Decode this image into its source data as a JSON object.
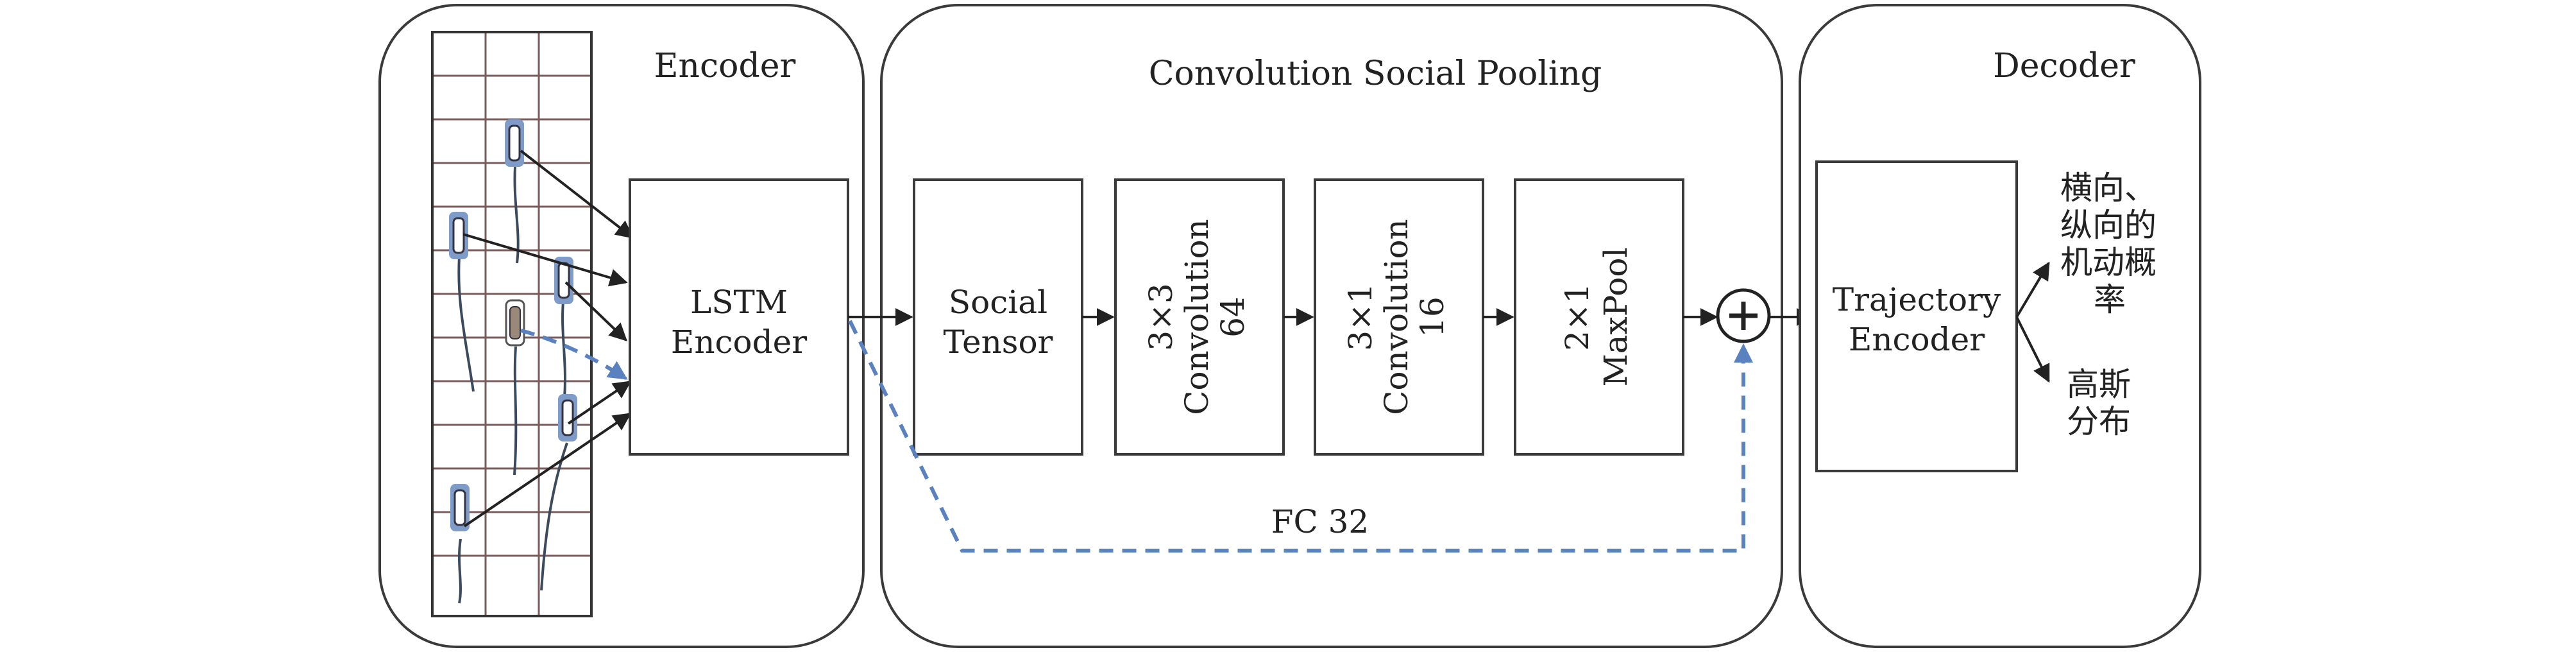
{
  "encoder": {
    "title": "Encoder",
    "lstm_line1": "LSTM",
    "lstm_line2": "Encoder"
  },
  "pooling": {
    "title": "Convolution Social Pooling",
    "social_line1": "Social",
    "social_line2": "Tensor",
    "conv3x3_line1": "3×3",
    "conv3x3_line2": "Convolution",
    "conv3x3_line3": "64",
    "conv3x1_line1": "3×1",
    "conv3x1_line2": "Convolution",
    "conv3x1_line3": "16",
    "maxpool_line1": "2×1",
    "maxpool_line2": "MaxPool",
    "fc_label": "FC 32"
  },
  "decoder": {
    "title": "Decoder",
    "traj_line1": "Trajectory",
    "traj_line2": "Encoder"
  },
  "outputs": {
    "maneuver_line1": "横向、",
    "maneuver_line2": "纵向的",
    "maneuver_line3": "机动概",
    "maneuver_line4": "率",
    "gauss_line1": "高斯",
    "gauss_line2": "分布"
  },
  "colors": {
    "line": "#222222",
    "dashed": "#5b82c0",
    "vehicle": "#7f9cc8"
  }
}
